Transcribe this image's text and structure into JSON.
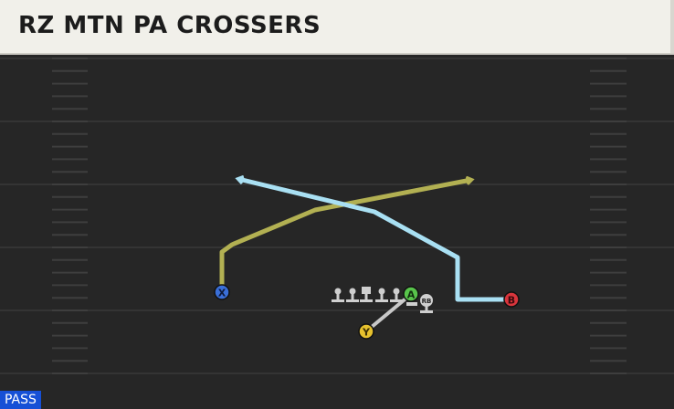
{
  "play": {
    "title": "RZ MTN PA CROSSERS",
    "play_type": "PASS"
  },
  "players": {
    "x": {
      "label": "X",
      "color": "#3a6fd8"
    },
    "a": {
      "label": "A",
      "color": "#58c44b"
    },
    "y": {
      "label": "Y",
      "color": "#e6c12e"
    },
    "b": {
      "label": "B",
      "color": "#d8353c"
    },
    "rb": {
      "label": "RB"
    }
  },
  "routes": {
    "x": {
      "color": "#b2b052"
    },
    "b": {
      "color": "#a9e0f3"
    },
    "y": {
      "color": "#c8c8c8"
    }
  },
  "colors": {
    "field": "#262626",
    "yard_line": "#343434",
    "hash": "#3e3e3e",
    "lineman": "#cfcfcf"
  }
}
